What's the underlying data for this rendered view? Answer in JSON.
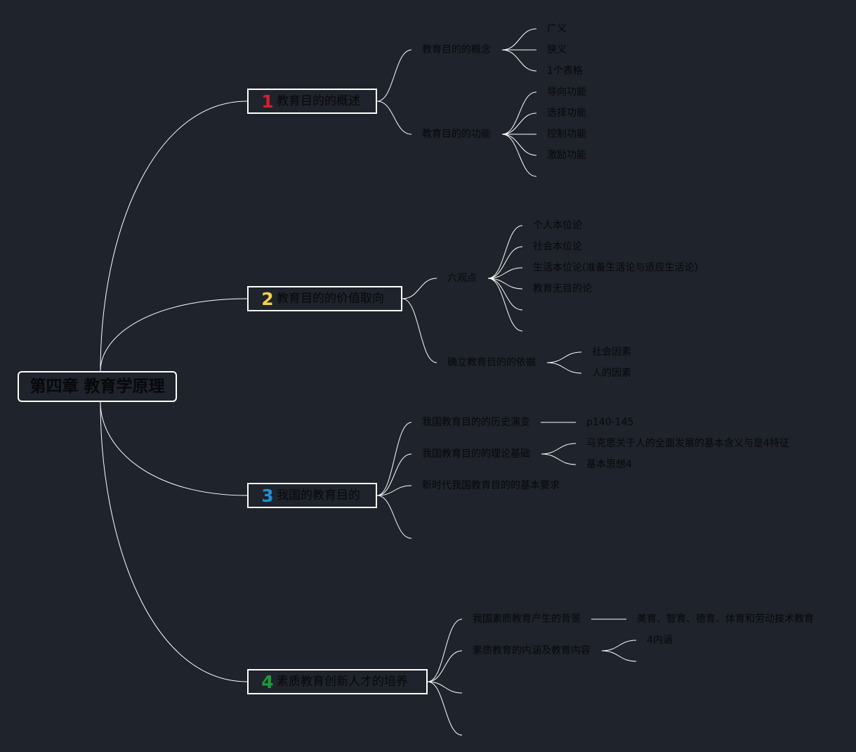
{
  "root": {
    "label": "第四章 教育学原理"
  },
  "colors": {
    "background": "#1f232b",
    "line": "#ffffff",
    "text": "#070809",
    "num1": "#d6202e",
    "num2": "#f4cf4a",
    "num3": "#1f8fd6",
    "num4": "#1c9b3a"
  },
  "branches": [
    {
      "num": "1",
      "label": "教育目的的概述",
      "children": [
        {
          "label": "教育目的的概念",
          "children": [
            "广义",
            "狭义",
            "1个表格"
          ]
        },
        {
          "label": "教育目的的功能",
          "children": [
            "导向功能",
            "选择功能",
            "控制功能",
            "激励功能"
          ]
        }
      ]
    },
    {
      "num": "2",
      "label": "教育目的的价值取向",
      "children": [
        {
          "label": "六观点",
          "children": [
            "个人本位论",
            "社会本位论",
            "生活本位论(准备生活论与适应生活论)",
            "教育无目的论"
          ]
        },
        {
          "label": "确立教育目的的依据",
          "children": [
            "社会因素",
            "人的因素"
          ]
        }
      ]
    },
    {
      "num": "3",
      "label": "我国的教育目的",
      "children": [
        {
          "label": "我国教育目的的历史演变",
          "children": [
            "p140-145"
          ]
        },
        {
          "label": "我国教育目的的理论基础",
          "children": [
            "马克思关于人的全面发展的基本含义与是4特征",
            "基本思想4"
          ]
        },
        {
          "label": "新时代我国教育目的的基本要求",
          "children": []
        }
      ]
    },
    {
      "num": "4",
      "label": "素质教育创新人才的培养",
      "children": [
        {
          "label": "我国素质教育产生的背景",
          "children": [
            "美育、智育、德育、体育和劳动技术教育"
          ]
        },
        {
          "label": "素质教育的内涵及教育内容",
          "children": [
            "4内涵"
          ]
        }
      ]
    }
  ]
}
